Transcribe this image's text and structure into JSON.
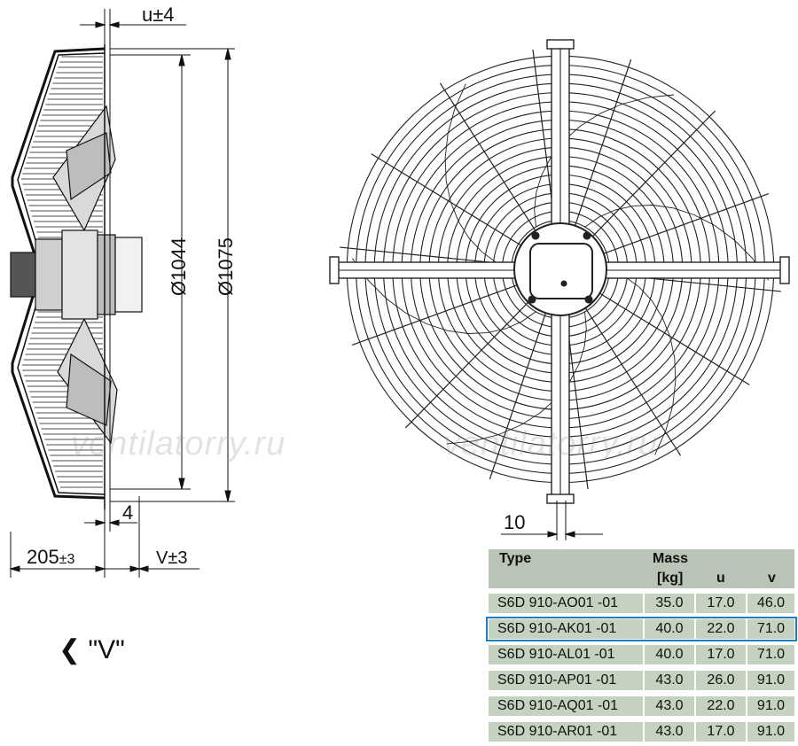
{
  "dimensions": {
    "u_label": "u±4",
    "d1044": "Ø1044",
    "d1075": "Ø1075",
    "four": "4",
    "dim205": "205",
    "dim205_tol": "±3",
    "v_label": "V±3",
    "ten": "10"
  },
  "view_label": "❮ \"V\"",
  "watermark": "ventilatorry.ru",
  "table": {
    "headers": {
      "type": "Type",
      "mass": "Mass",
      "mass_unit": "[kg]",
      "u": "u",
      "v": "v"
    },
    "rows": [
      {
        "type": "S6D 910-AO01 -01",
        "mass": "35.0",
        "u": "17.0",
        "v": "46.0"
      },
      {
        "type": "S6D 910-AK01 -01",
        "mass": "40.0",
        "u": "22.0",
        "v": "71.0"
      },
      {
        "type": "S6D 910-AL01 -01",
        "mass": "40.0",
        "u": "17.0",
        "v": "71.0"
      },
      {
        "type": "S6D 910-AP01 -01",
        "mass": "43.0",
        "u": "26.0",
        "v": "91.0"
      },
      {
        "type": "S6D 910-AQ01 -01",
        "mass": "43.0",
        "u": "22.0",
        "v": "91.0"
      },
      {
        "type": "S6D 910-AR01 -01",
        "mass": "43.0",
        "u": "17.0",
        "v": "91.0"
      }
    ],
    "highlight_color": "#1c7fc4",
    "cell_color": "#c5d2bf",
    "header_color": "#b9c3b6"
  }
}
